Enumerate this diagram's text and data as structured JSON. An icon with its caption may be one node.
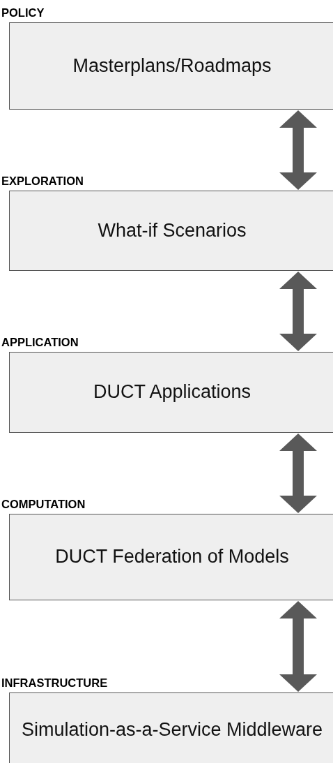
{
  "diagram": {
    "nodes": [
      {
        "text": [
          "POLICY",
          "Masterplans/Roadmaps"
        ]
      },
      {
        "text": [
          "EXPLORATION",
          "What-if Scenarios"
        ]
      },
      {
        "text": [
          "APPLICATION",
          "DUCT Applications"
        ]
      },
      {
        "text": [
          "COMPUTATION",
          "DUCT Federation of Models"
        ]
      },
      {
        "text": [
          "INFRASTRUCTURE",
          "Simulation-as-a-Service Middleware"
        ]
      }
    ],
    "edges": [
      {
        "from": 0,
        "to": 1,
        "arrow": "both"
      },
      {
        "from": 1,
        "to": 2,
        "arrow": "both"
      },
      {
        "from": 2,
        "to": 3,
        "arrow": "both"
      },
      {
        "from": 3,
        "to": 4,
        "arrow": "both"
      }
    ]
  }
}
